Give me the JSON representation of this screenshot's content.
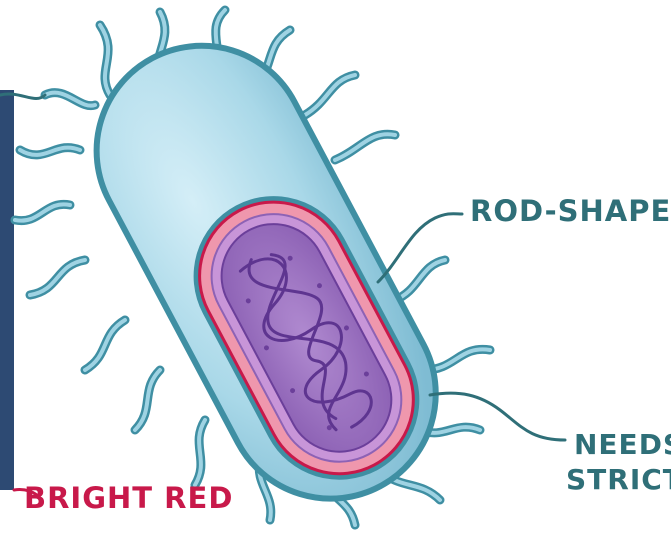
{
  "labels": {
    "rod_shaped": "ROD-SHAPED",
    "needs": "NEEDS",
    "strict": "STRICT",
    "bright_red": "BRIGHT RED"
  },
  "colors": {
    "label_text": "#2f6f78",
    "bright_red": "#c8194a",
    "cell_body": "#a9d8e8",
    "cell_outline": "#3f8fa3",
    "flagella": "#7cc3d6",
    "outer_membrane": "#ef97ad",
    "inner_membrane": "#c895d8",
    "cytoplasm": "#9d73c2",
    "nucleoid": "#6b3f9a"
  },
  "icons": [
    "rod-shaped-bacterium-illustration"
  ]
}
